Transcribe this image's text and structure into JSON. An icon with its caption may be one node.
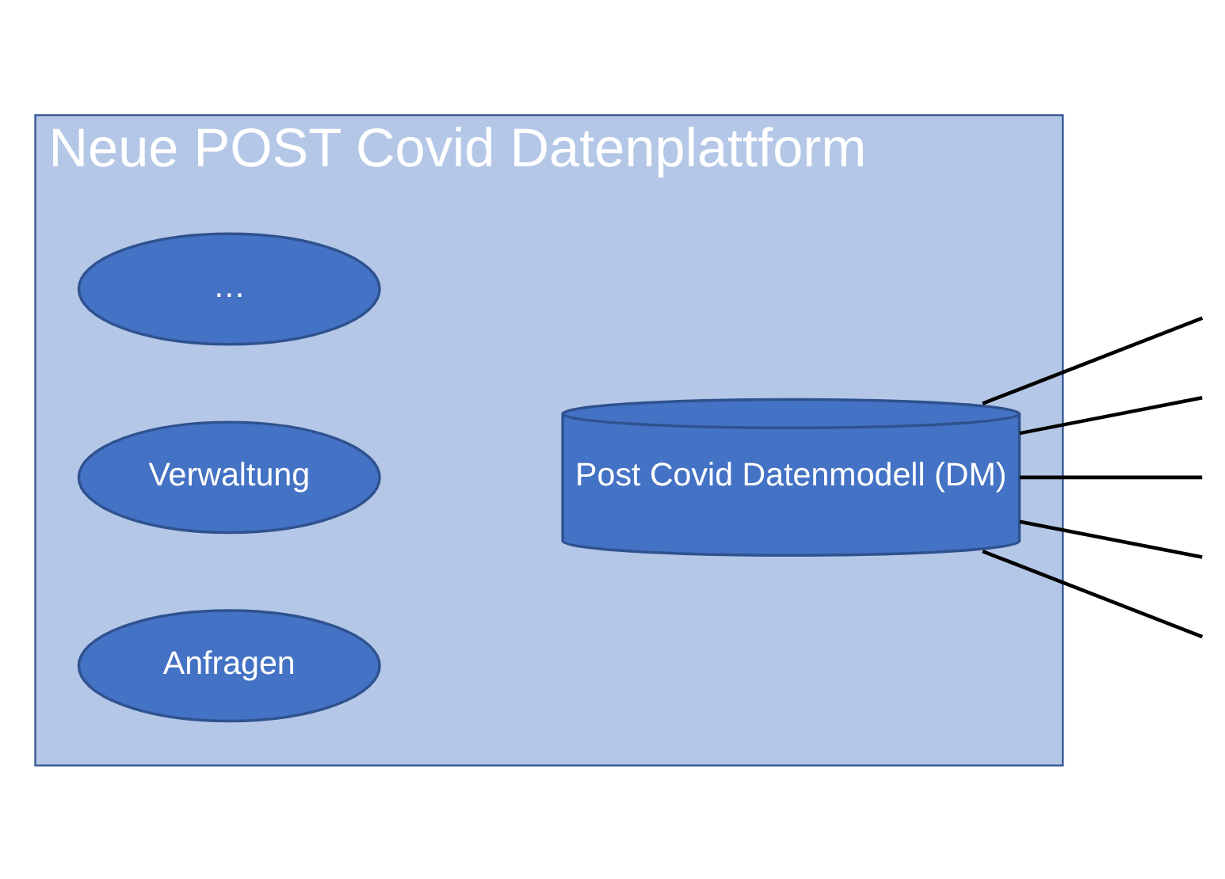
{
  "diagram": {
    "nodes": [
      {
        "text": [
          "Neue POST Covid Datenplattform"
        ]
      },
      {
        "text": [
          "Anfragen"
        ],
        "in": 0
      },
      {
        "text": [
          "Verwaltung"
        ],
        "in": 0
      },
      {
        "text": [
          "…"
        ],
        "in": 0
      },
      {
        "text": [
          "Post Covid Datenmodell (DM)"
        ],
        "in": 0
      }
    ],
    "edges": [
      {
        "from": 4,
        "to": null,
        "arrow": "none"
      },
      {
        "from": 4,
        "to": null,
        "arrow": "none"
      },
      {
        "from": 4,
        "to": null,
        "arrow": "none"
      },
      {
        "from": 4,
        "to": null,
        "arrow": "none"
      },
      {
        "from": 4,
        "to": null,
        "arrow": "none"
      }
    ]
  }
}
